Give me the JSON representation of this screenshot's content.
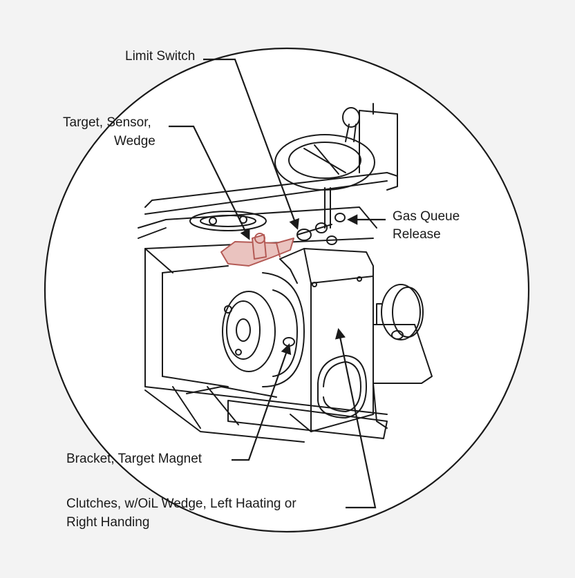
{
  "labels": {
    "limit_switch": "Limit Switch",
    "target_sensor_line1": "Target, Sensor,",
    "target_sensor_line2": "Wedge",
    "gas_queue_line1": "Gas Queue",
    "gas_queue_line2": "Release",
    "bracket_target_magnet": "Bracket, Target Magnet",
    "clutches_line1": "Clutches, w/OiL Wedge, Left Haating or",
    "clutches_line2": "Right Handing"
  },
  "colors": {
    "background": "#f3f3f3",
    "circle_fill": "#ffffff",
    "line": "#1a1a1a",
    "highlight": "#c97a76",
    "highlight_fill": "#e9bcb8"
  }
}
